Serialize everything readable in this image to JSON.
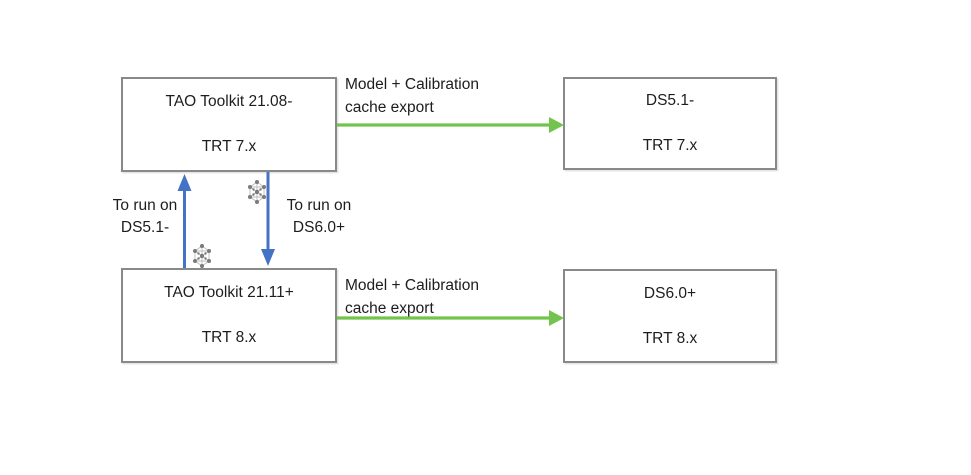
{
  "diagram": {
    "boxes": [
      {
        "line1": "TAO Toolkit 21.08-",
        "line2": "TRT 7.x"
      },
      {
        "line1": "DS5.1-",
        "line2": "TRT 7.x"
      },
      {
        "line1": "TAO Toolkit 21.11+",
        "line2": "TRT 8.x"
      },
      {
        "line1": "DS6.0+",
        "line2": "TRT 8.x"
      }
    ],
    "edge_labels": {
      "export_top": {
        "line1": "Model + Calibration",
        "line2": "cache export"
      },
      "export_bottom": {
        "line1": "Model + Calibration",
        "line2": "cache export"
      },
      "run_on_ds51": {
        "line1": "To run on",
        "line2": "DS5.1-"
      },
      "run_on_ds60": {
        "line1": "To run on",
        "line2": "DS6.0+"
      }
    },
    "icons": {
      "top": "snowflake-lattice-icon",
      "bottom": "snowflake-lattice-icon"
    }
  },
  "colors": {
    "arrow_green": "#73C44E",
    "arrow_blue": "#4472C4",
    "box_border": "#898989",
    "text": "#1D1D1D",
    "icon_dot": "#7A7A7A",
    "icon_line": "#BBBBBB",
    "background": "#FFFFFF"
  }
}
